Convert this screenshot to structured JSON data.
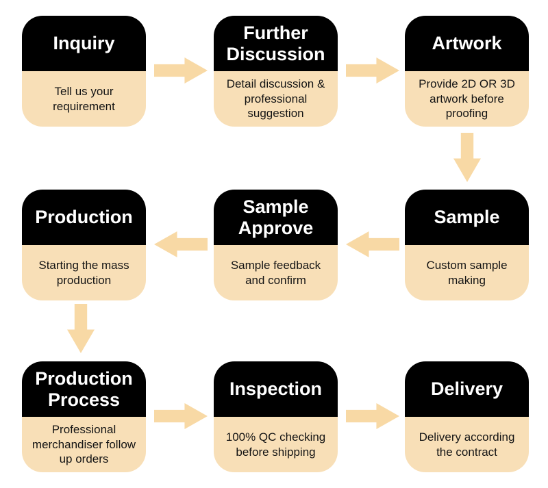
{
  "flow": {
    "steps": [
      {
        "title": "Inquiry",
        "description": "Tell us your requirement"
      },
      {
        "title": "Further Discussion",
        "description": "Detail discussion & professional suggestion"
      },
      {
        "title": "Artwork",
        "description": "Provide 2D OR 3D artwork before proofing"
      },
      {
        "title": "Sample",
        "description": "Custom sample making"
      },
      {
        "title": "Sample Approve",
        "description": "Sample feedback and confirm"
      },
      {
        "title": "Production",
        "description": "Starting the mass production"
      },
      {
        "title": "Production Process",
        "description": "Professional merchandiser follow up orders"
      },
      {
        "title": "Inspection",
        "description": "100% QC checking before shipping"
      },
      {
        "title": "Delivery",
        "description": "Delivery according the contract"
      }
    ],
    "connections": [
      {
        "from": "Inquiry",
        "to": "Further Discussion",
        "direction": "right"
      },
      {
        "from": "Further Discussion",
        "to": "Artwork",
        "direction": "right"
      },
      {
        "from": "Artwork",
        "to": "Sample",
        "direction": "down"
      },
      {
        "from": "Sample",
        "to": "Sample Approve",
        "direction": "left"
      },
      {
        "from": "Sample Approve",
        "to": "Production",
        "direction": "left"
      },
      {
        "from": "Production",
        "to": "Production Process",
        "direction": "down"
      },
      {
        "from": "Production Process",
        "to": "Inspection",
        "direction": "right"
      },
      {
        "from": "Inspection",
        "to": "Delivery",
        "direction": "right"
      }
    ],
    "colors": {
      "card_header_bg": "#000000",
      "card_body_bg": "#F8DFB7",
      "arrow_color": "#F8D9A5",
      "title_color": "#FFFFFF",
      "description_color": "#141414",
      "background": "#FFFFFF"
    }
  }
}
